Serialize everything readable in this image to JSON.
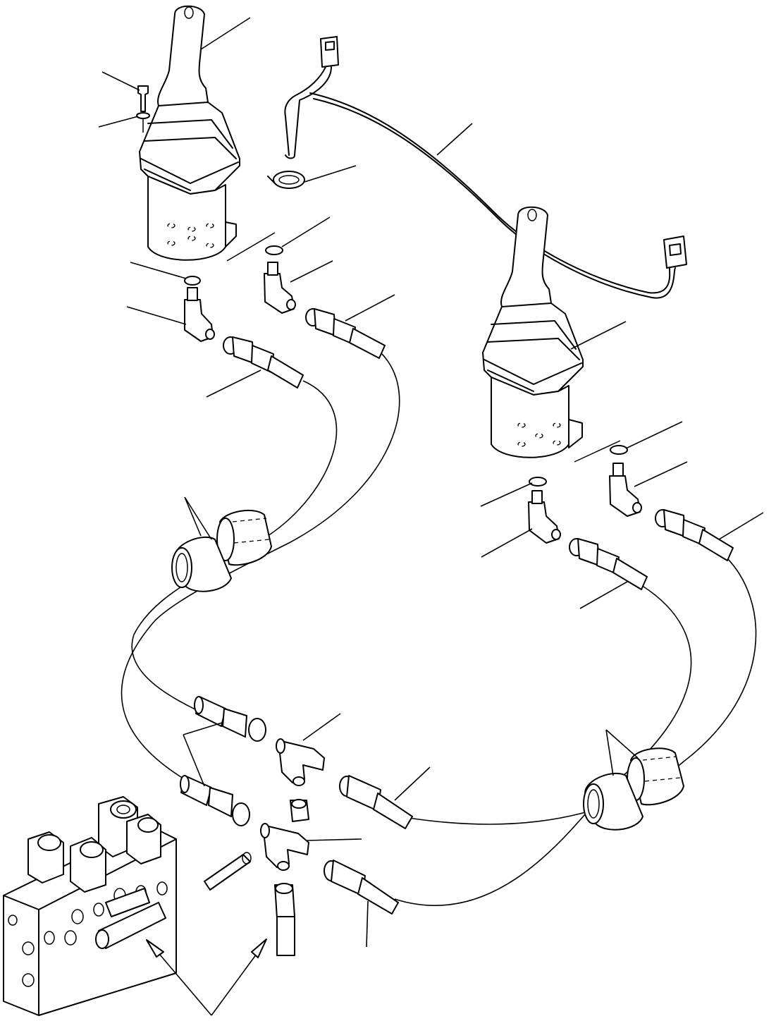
{
  "diagram": {
    "type": "exploded parts illustration",
    "components": [
      {
        "id": "joystick-left",
        "icon": "joystick-icon"
      },
      {
        "id": "joystick-right",
        "icon": "joystick-icon"
      },
      {
        "id": "wire-harness",
        "icon": "wire-harness-icon"
      },
      {
        "id": "hose-sleeves-left",
        "icon": "sleeve-icon"
      },
      {
        "id": "hose-sleeves-right",
        "icon": "sleeve-icon"
      },
      {
        "id": "tee-fittings",
        "icon": "tee-fitting-icon"
      },
      {
        "id": "valve-block",
        "icon": "valve-block-icon"
      }
    ],
    "colors": {
      "line": "#000000",
      "background": "#ffffff",
      "fill": "#ffffff"
    }
  }
}
